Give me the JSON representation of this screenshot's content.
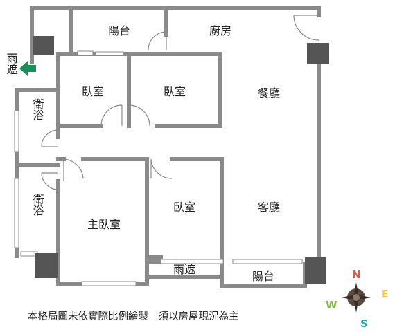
{
  "rooms": {
    "balcony_top": "陽台",
    "kitchen": "廚房",
    "bedroom_1": "臥室",
    "bedroom_2": "臥室",
    "dining": "餐廳",
    "bath_1": "衛浴",
    "bath_2": "衛浴",
    "master_bedroom": "主臥室",
    "bedroom_3": "臥室",
    "living": "客廳",
    "canopy_bottom": "雨遮",
    "balcony_bottom": "陽台",
    "canopy_left": "雨遮"
  },
  "disclaimer": "本格局圖未依實際比例繪製　須以房屋現況為主",
  "compass": {
    "north": "N",
    "east": "E",
    "south": "S",
    "west": "W",
    "colors": {
      "north": "#e2574c",
      "east": "#f4c430",
      "south": "#2aa7b8",
      "west": "#7dbb3c"
    }
  },
  "colors": {
    "wall": "#8a8a8a",
    "column": "#555555",
    "arrow": "#1a8f5a"
  }
}
